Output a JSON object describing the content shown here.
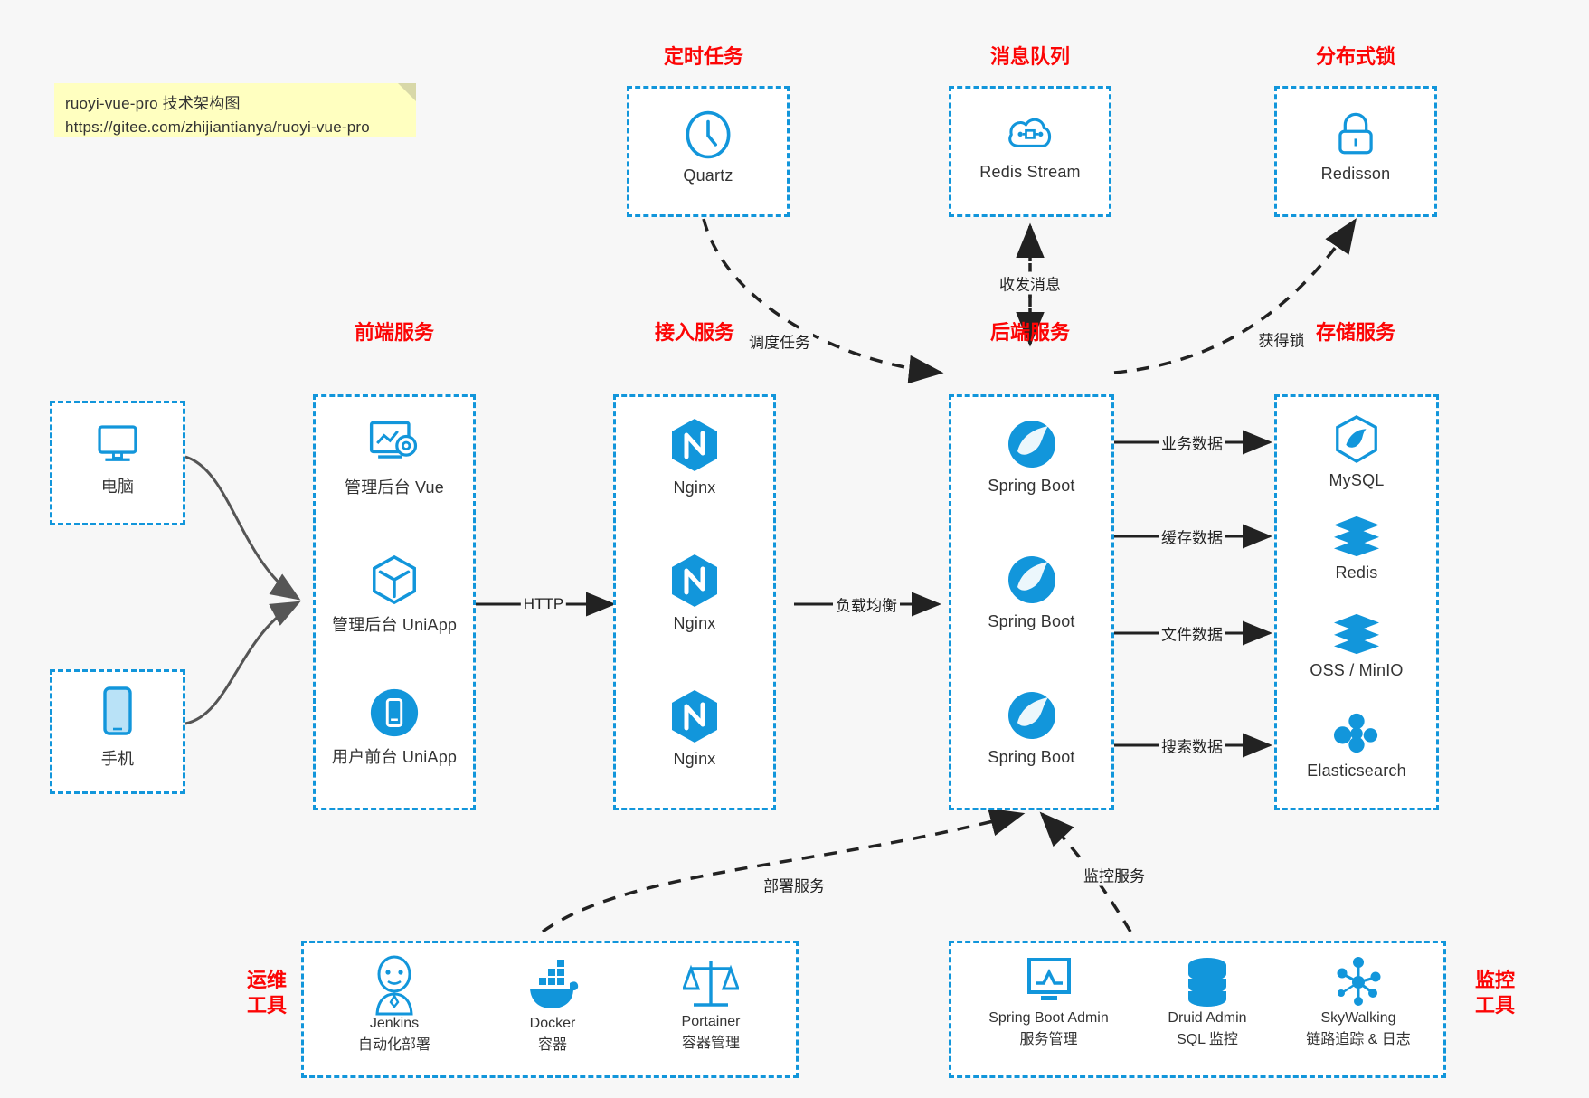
{
  "note": {
    "line1": "ruoyi-vue-pro 技术架构图",
    "line2": "https://gitee.com/zhijiantianya/ruoyi-vue-pro"
  },
  "colors": {
    "accent": "#1296db",
    "title_red": "#fc0505",
    "background": "#f7f7f7",
    "box_fill": "#ffffff",
    "arrow": "#222222",
    "note_bg": "#ffffc0"
  },
  "groups": {
    "scheduled_task": {
      "title": "定时任务",
      "nodes": [
        {
          "label": "Quartz",
          "icon": "clock-icon"
        }
      ]
    },
    "message_queue": {
      "title": "消息队列",
      "nodes": [
        {
          "label": "Redis Stream",
          "icon": "cloud-stream-icon"
        }
      ]
    },
    "distributed_lock": {
      "title": "分布式锁",
      "nodes": [
        {
          "label": "Redisson",
          "icon": "lock-icon"
        }
      ]
    },
    "clients": {
      "nodes": [
        {
          "label": "电脑",
          "icon": "desktop-icon"
        },
        {
          "label": "手机",
          "icon": "mobile-icon"
        }
      ]
    },
    "frontend": {
      "title": "前端服务",
      "nodes": [
        {
          "label": "管理后台 Vue",
          "icon": "dashboard-icon"
        },
        {
          "label": "管理后台 UniApp",
          "icon": "cube-icon"
        },
        {
          "label": "用户前台 UniApp",
          "icon": "phone-app-icon"
        }
      ]
    },
    "gateway": {
      "title": "接入服务",
      "nodes": [
        {
          "label": "Nginx",
          "icon": "nginx-icon"
        },
        {
          "label": "Nginx",
          "icon": "nginx-icon"
        },
        {
          "label": "Nginx",
          "icon": "nginx-icon"
        }
      ]
    },
    "backend": {
      "title": "后端服务",
      "nodes": [
        {
          "label": "Spring Boot",
          "icon": "spring-boot-icon"
        },
        {
          "label": "Spring Boot",
          "icon": "spring-boot-icon"
        },
        {
          "label": "Spring Boot",
          "icon": "spring-boot-icon"
        }
      ]
    },
    "storage": {
      "title": "存储服务",
      "nodes": [
        {
          "label": "MySQL",
          "icon": "mysql-icon"
        },
        {
          "label": "Redis",
          "icon": "redis-icon"
        },
        {
          "label": "OSS / MinIO",
          "icon": "oss-icon"
        },
        {
          "label": "Elasticsearch",
          "icon": "elasticsearch-icon"
        }
      ]
    },
    "devops": {
      "title": "运维\n工具",
      "title_line1": "运维",
      "title_line2": "工具",
      "nodes": [
        {
          "label": "Jenkins",
          "sub": "自动化部署",
          "icon": "jenkins-icon"
        },
        {
          "label": "Docker",
          "sub": "容器",
          "icon": "docker-icon"
        },
        {
          "label": "Portainer",
          "sub": "容器管理",
          "icon": "portainer-icon"
        }
      ]
    },
    "monitoring": {
      "title_line1": "监控",
      "title_line2": "工具",
      "nodes": [
        {
          "label": "Spring Boot Admin",
          "sub": "服务管理",
          "icon": "monitor-chart-icon"
        },
        {
          "label": "Druid Admin",
          "sub": "SQL 监控",
          "icon": "database-icon"
        },
        {
          "label": "SkyWalking",
          "sub": "链路追踪 & 日志",
          "icon": "skywalking-icon"
        }
      ]
    }
  },
  "edges": [
    {
      "label": "调度任务",
      "from": "scheduled_task",
      "to": "backend"
    },
    {
      "label": "收发消息",
      "from": "backend",
      "to": "message_queue"
    },
    {
      "label": "获得锁",
      "from": "backend",
      "to": "distributed_lock"
    },
    {
      "label": "HTTP",
      "from": "frontend",
      "to": "gateway"
    },
    {
      "label": "负载均衡",
      "from": "gateway",
      "to": "backend"
    },
    {
      "label": "业务数据",
      "from": "backend",
      "to": "MySQL"
    },
    {
      "label": "缓存数据",
      "from": "backend",
      "to": "Redis"
    },
    {
      "label": "文件数据",
      "from": "backend",
      "to": "OSS / MinIO"
    },
    {
      "label": "搜索数据",
      "from": "backend",
      "to": "Elasticsearch"
    },
    {
      "label": "部署服务",
      "from": "devops",
      "to": "backend"
    },
    {
      "label": "监控服务",
      "from": "monitoring",
      "to": "backend"
    }
  ]
}
